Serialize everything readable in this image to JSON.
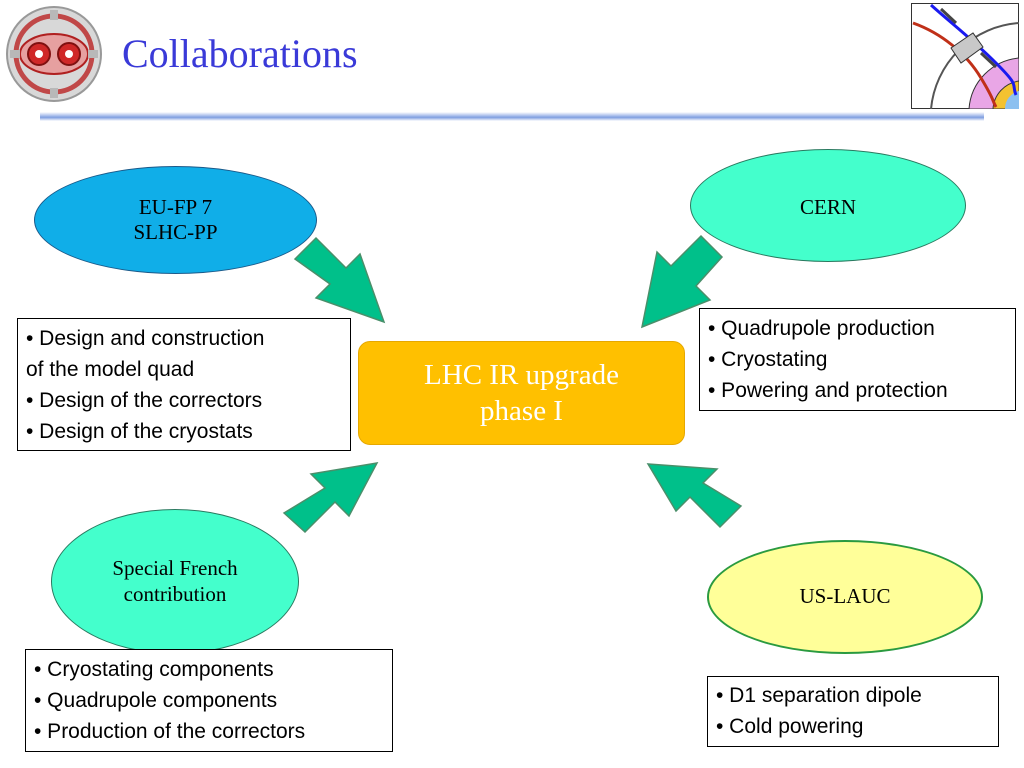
{
  "title": "Collaborations",
  "center": {
    "line1": "LHC IR upgrade",
    "line2": "phase I"
  },
  "nodes": {
    "eu": {
      "line1": "EU-FP 7",
      "line2": "SLHC-PP",
      "color": "#10aee8"
    },
    "cern": {
      "label": "CERN",
      "color": "#44ffcc"
    },
    "french": {
      "line1": "Special French",
      "line2": "contribution",
      "color": "#44ffcc"
    },
    "us": {
      "label": "US-LAUC",
      "color": "#ffff99"
    }
  },
  "boxes": {
    "eu": [
      "• Design and construction",
      "of the model quad",
      "• Design of the correctors",
      "• Design of the cryostats"
    ],
    "cern": [
      "• Quadrupole production",
      "• Cryostating",
      "• Powering and protection"
    ],
    "french": [
      "• Cryostating components",
      "• Quadrupole components",
      "• Production of the correctors"
    ],
    "us": [
      "• D1 separation dipole",
      "• Cold powering"
    ]
  },
  "colors": {
    "title": "#3a3ad8",
    "arrow": "#00c08a",
    "center": "#ffc000"
  }
}
